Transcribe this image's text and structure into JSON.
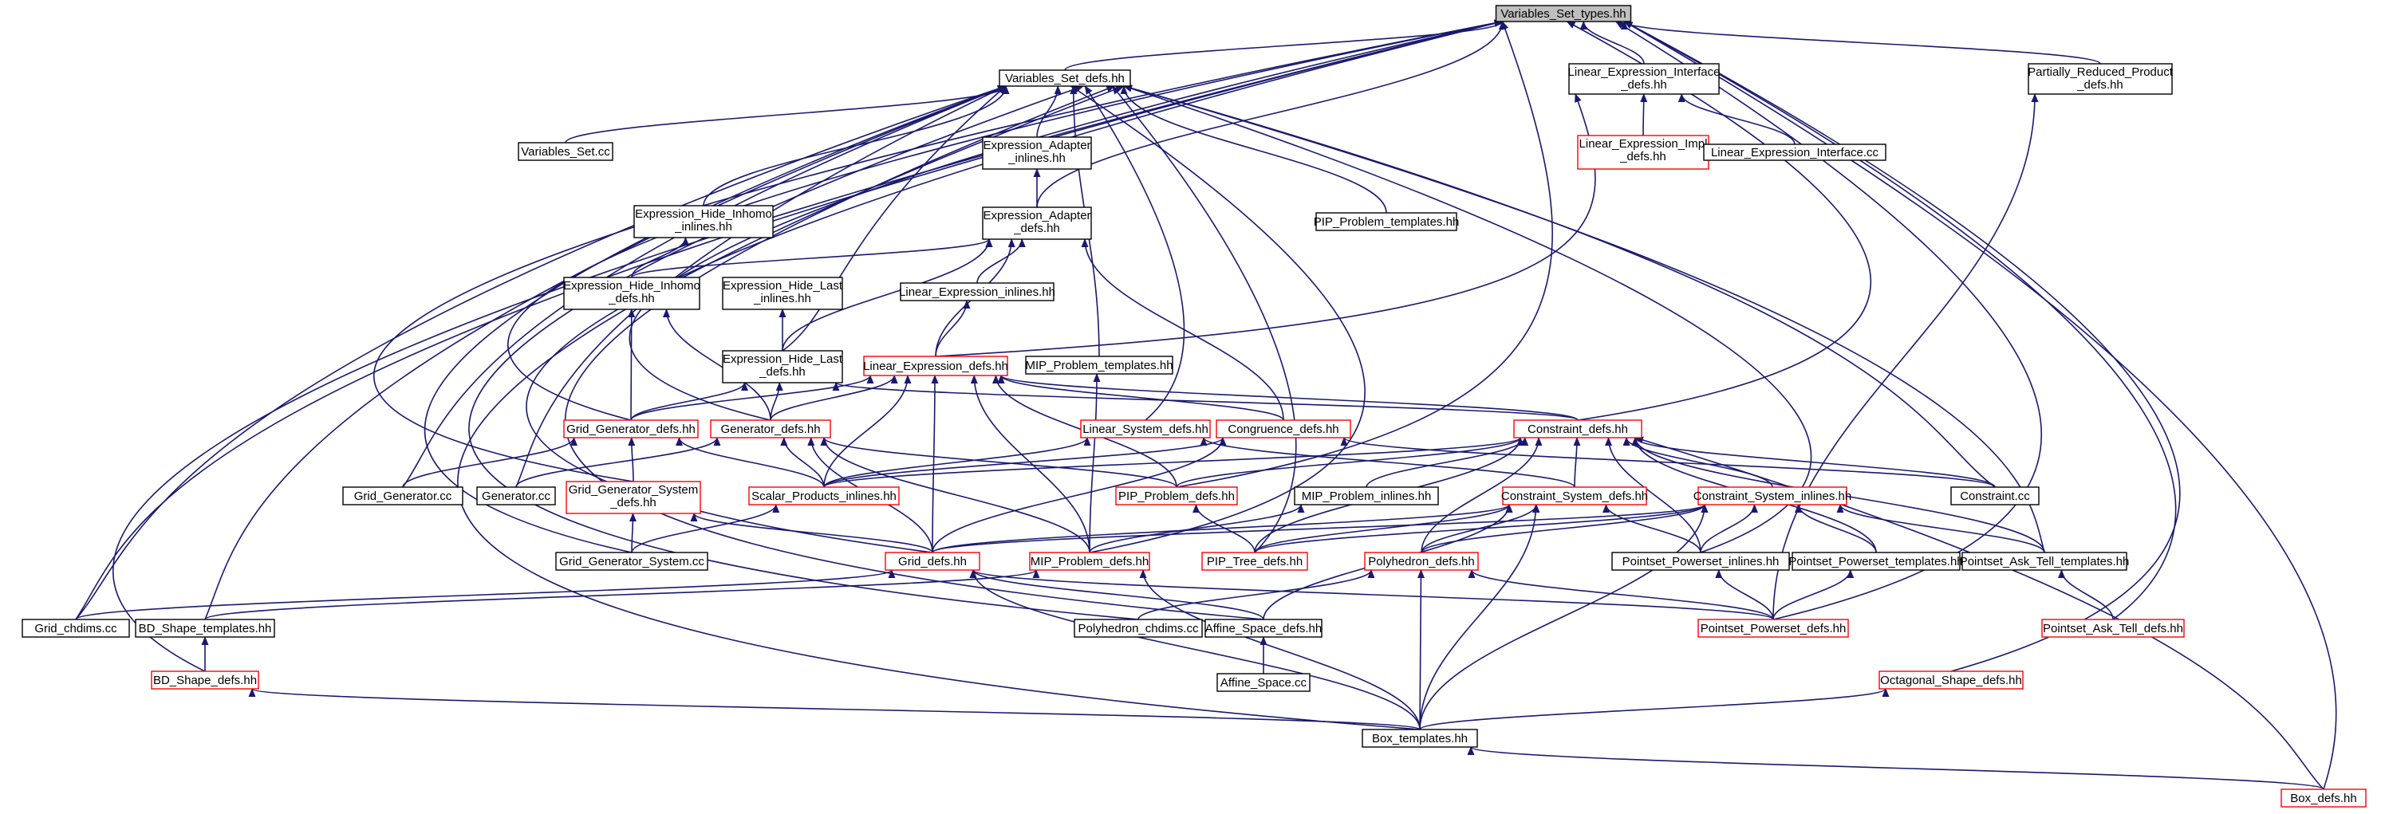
{
  "title": "Variables_Set_types.hh",
  "colors": {
    "edge": "#191970",
    "node_border": "#000000",
    "node_border_undocumented": "#ff0000",
    "root_fill": "#bfbfbf",
    "background": "#ffffff"
  },
  "nodes": {
    "root": "Variables_Set_types.hh",
    "vsdefs": "Variables_Set_defs.hh",
    "lei_defs": [
      "Linear_Expression_Interface",
      "_defs.hh"
    ],
    "prp": [
      "Partially_Reduced_Product",
      "_defs.hh"
    ],
    "vscc": "Variables_Set.cc",
    "ea_inl": [
      "Expression_Adapter",
      "_inlines.hh"
    ],
    "lei_impl": [
      "Linear_Expression_Impl",
      "_defs.hh"
    ],
    "lei_cc": "Linear_Expression_Interface.cc",
    "ehi_inl": [
      "Expression_Hide_Inhomo",
      "_inlines.hh"
    ],
    "ea_defs": [
      "Expression_Adapter",
      "_defs.hh"
    ],
    "pip_tpl": "PIP_Problem_templates.hh",
    "ehi_defs": [
      "Expression_Hide_Inhomo",
      "_defs.hh"
    ],
    "ehl_inl": [
      "Expression_Hide_Last",
      "_inlines.hh"
    ],
    "le_inl": "Linear_Expression_inlines.hh",
    "ehl_defs": [
      "Expression_Hide_Last",
      "_defs.hh"
    ],
    "le_defs": "Linear_Expression_defs.hh",
    "mip_tpl": "MIP_Problem_templates.hh",
    "ls_defs": "Linear_System_defs.hh",
    "gg_defs": "Grid_Generator_defs.hh",
    "gen_defs": "Generator_defs.hh",
    "cong_defs": "Congruence_defs.hh",
    "con_defs": "Constraint_defs.hh",
    "gg_cc": "Grid_Generator.cc",
    "gen_cc": "Generator.cc",
    "ggs_defs": [
      "Grid_Generator_System",
      "_defs.hh"
    ],
    "sp_inl": "Scalar_Products_inlines.hh",
    "pip_defs": "PIP_Problem_defs.hh",
    "mip_inl": "MIP_Problem_inlines.hh",
    "cs_defs": "Constraint_System_defs.hh",
    "cs_inl": "Constraint_System_inlines.hh",
    "con_cc": "Constraint.cc",
    "ggs_cc": "Grid_Generator_System.cc",
    "grid_defs": "Grid_defs.hh",
    "mip_defs": "MIP_Problem_defs.hh",
    "piptree": "PIP_Tree_defs.hh",
    "poly_defs": "Polyhedron_defs.hh",
    "pp_inl": "Pointset_Powerset_inlines.hh",
    "pp_tpl": "Pointset_Powerset_templates.hh",
    "pat_tpl": "Pointset_Ask_Tell_templates.hh",
    "grid_ch": "Grid_chdims.cc",
    "bd_tpl": "BD_Shape_templates.hh",
    "poly_ch": "Polyhedron_chdims.cc",
    "as_defs": "Affine_Space_defs.hh",
    "pp_defs": "Pointset_Powerset_defs.hh",
    "pat_defs": "Pointset_Ask_Tell_defs.hh",
    "as_cc": "Affine_Space.cc",
    "bd_defs": "BD_Shape_defs.hh",
    "oct_defs": "Octagonal_Shape_defs.hh",
    "box_tpl": "Box_templates.hh",
    "box_defs": "Box_defs.hh"
  }
}
